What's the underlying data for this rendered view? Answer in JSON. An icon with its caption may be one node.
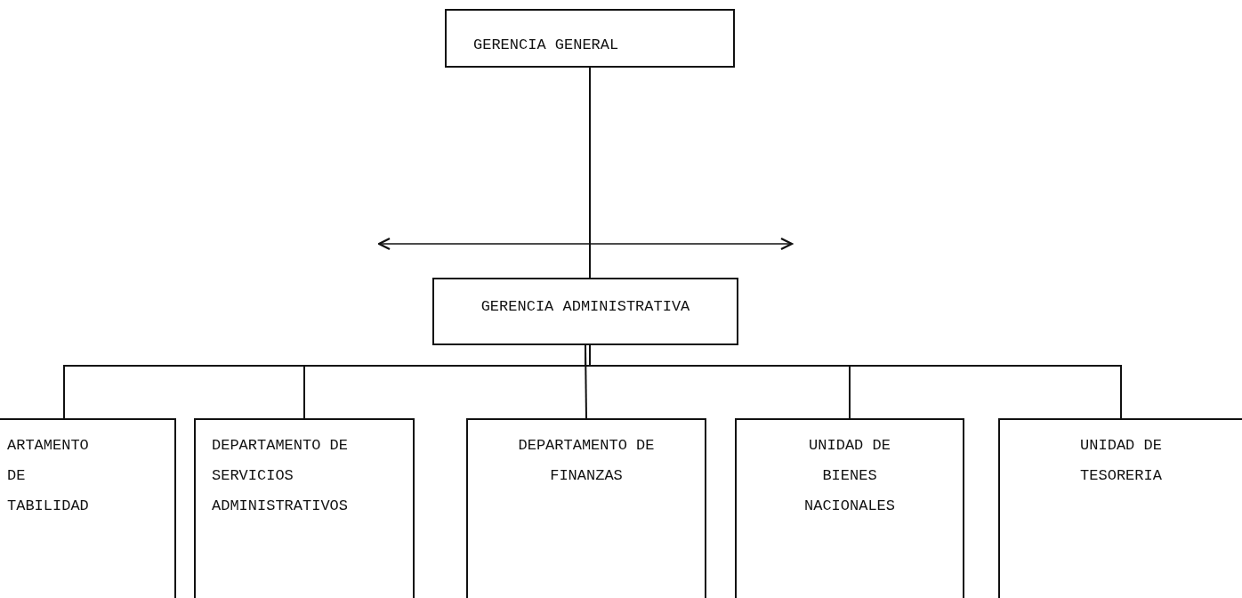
{
  "diagram": {
    "nodes": [
      {
        "text": [
          "GERENCIA GENERAL"
        ]
      },
      {
        "text": [
          "GERENCIA ADMINISTRATIVA"
        ]
      },
      {
        "text": [
          "ARTAMENTO DE TABILIDAD"
        ]
      },
      {
        "text": [
          "DEPARTAMENTO DE SERVICIOS ADMINISTRATIVOS"
        ]
      },
      {
        "text": [
          "DEPARTAMENTO DE FINANZAS"
        ]
      },
      {
        "text": [
          "UNIDAD DE BIENES NACIONALES"
        ]
      },
      {
        "text": [
          "UNIDAD DE TESORERIA"
        ]
      }
    ],
    "edges": [
      {
        "from": 0,
        "to": 1,
        "arrow": "none"
      },
      {
        "from": 1,
        "to": 2,
        "arrow": "none"
      },
      {
        "from": 1,
        "to": 3,
        "arrow": "none"
      },
      {
        "from": 1,
        "to": 4,
        "arrow": "none"
      },
      {
        "from": 1,
        "to": 5,
        "arrow": "none"
      },
      {
        "from": 1,
        "to": 6,
        "arrow": "none"
      }
    ]
  }
}
